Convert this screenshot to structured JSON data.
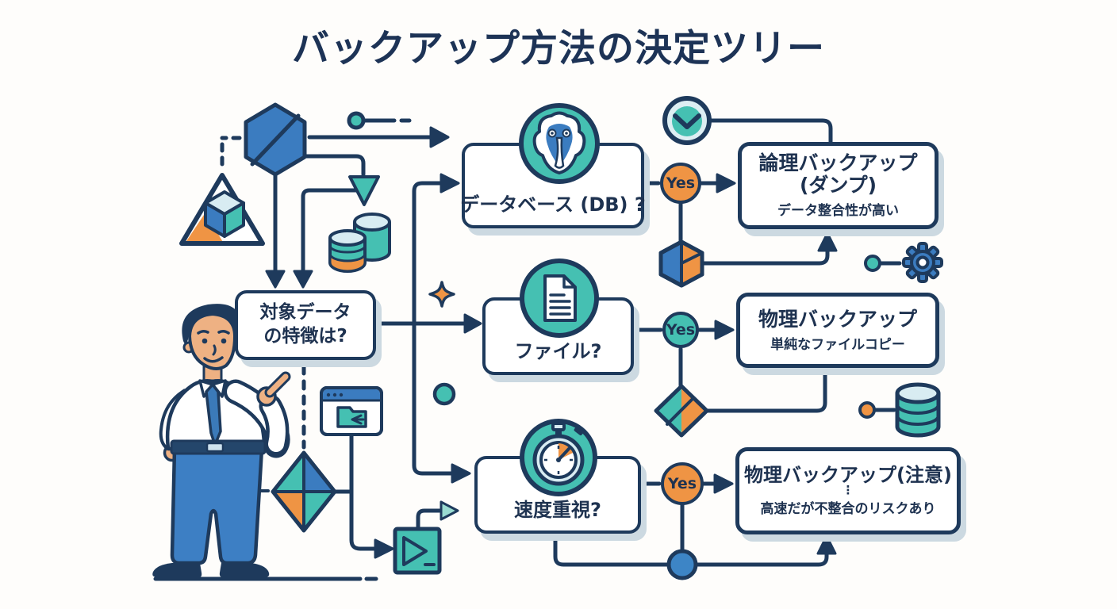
{
  "title": "バックアップ方法の決定ツリー",
  "flow": {
    "start": {
      "line1": "対象データ",
      "line2": "の特徴は?"
    },
    "decisions": [
      {
        "label": "データベース (DB) ?",
        "answer": "Yes",
        "icon": "postgresql-elephant-icon"
      },
      {
        "label": "ファイル?",
        "answer": "Yes",
        "icon": "document-icon"
      },
      {
        "label": "速度重視?",
        "answer": "Yes",
        "icon": "stopwatch-icon"
      }
    ],
    "results": [
      {
        "title": "論理バックアップ",
        "title2": "(ダンプ)",
        "subtitle": "データ整合性が高い"
      },
      {
        "title": "物理バックアップ",
        "subtitle": "単純なファイルコピー"
      },
      {
        "title": "物理バックアップ(注意)",
        "ellipsis": "⋮",
        "subtitle": "高速だが不整合のリスクあり"
      }
    ]
  },
  "colors": {
    "outline": "#1e3a5c",
    "teal": "#45c0b2",
    "blue": "#3b7cc0",
    "orange": "#ef9444",
    "light": "#d8ecf2",
    "text": "#1e3250"
  }
}
